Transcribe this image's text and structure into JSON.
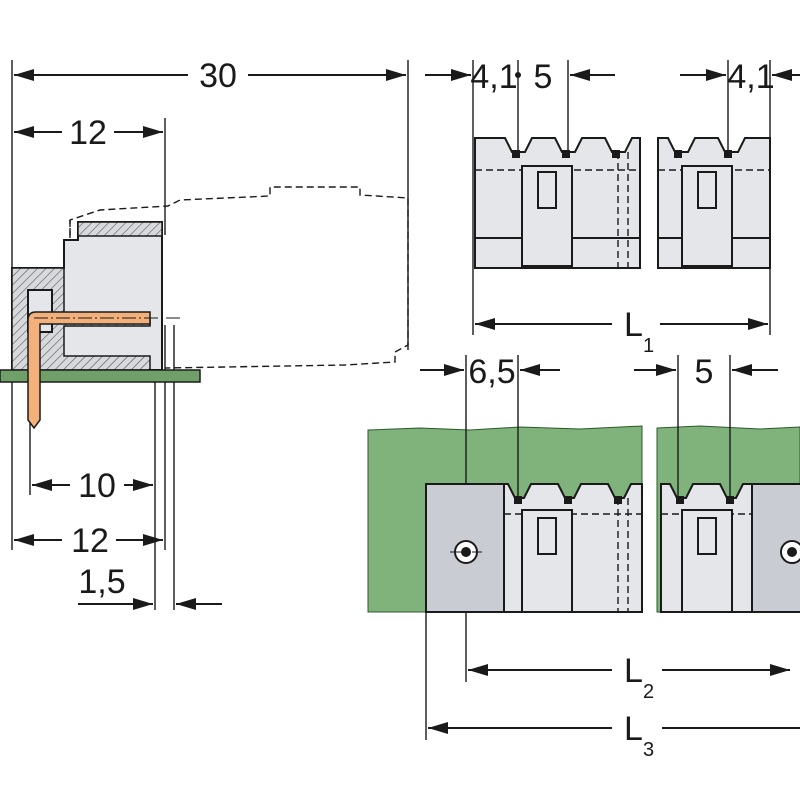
{
  "side_view": {
    "overall_length": "30",
    "top_width": "12",
    "pin_span": "10",
    "bottom_width": "12",
    "offset": "1,5"
  },
  "top_view": {
    "edge_pitch_left": "4,1",
    "pitch": "5",
    "edge_pitch_right": "4,1",
    "length_label": "L",
    "length_sub": "1"
  },
  "flange_view": {
    "flange_offset": "6,5",
    "pitch": "5",
    "length2_label": "L",
    "length2_sub": "2",
    "length3_label": "L",
    "length3_sub": "3"
  },
  "colors": {
    "board": "#7fb37b",
    "housing": "#e4e6ea",
    "pin": "#f3b07a"
  }
}
